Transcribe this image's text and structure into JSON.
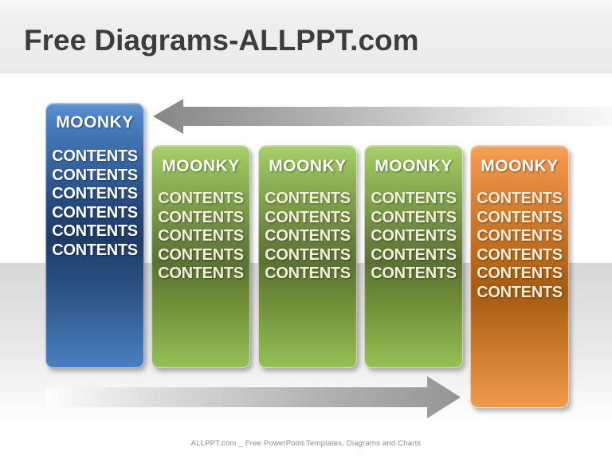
{
  "header": {
    "title": "Free Diagrams-ALLPPT.com"
  },
  "footer": {
    "text": "ALLPPT.com _ Free PowerPoint Templates, Diagrams and Charts"
  },
  "colors": {
    "header_band": "#efefef",
    "title_text": "#3d3d3d",
    "mid_band": "#d7d7d7",
    "column_blue": "#4a80c2",
    "column_green": "#9cc45e",
    "column_orange": "#f09348",
    "arrow_gray": "#9a9a9a"
  },
  "arrows": {
    "top": {
      "icon": "left-arrow-icon",
      "direction": "left"
    },
    "bottom": {
      "icon": "right-arrow-icon",
      "direction": "right"
    }
  },
  "columns": [
    {
      "header": "MOONKY",
      "theme": "blue",
      "items": [
        "CONTENTS",
        "CONTENTS",
        "CONTENTS",
        "CONTENTS",
        "CONTENTS",
        "CONTENTS"
      ]
    },
    {
      "header": "MOONKY",
      "theme": "green",
      "items": [
        "CONTENTS",
        "CONTENTS",
        "CONTENTS",
        "CONTENTS",
        "CONTENTS"
      ]
    },
    {
      "header": "MOONKY",
      "theme": "green",
      "items": [
        "CONTENTS",
        "CONTENTS",
        "CONTENTS",
        "CONTENTS",
        "CONTENTS"
      ]
    },
    {
      "header": "MOONKY",
      "theme": "green",
      "items": [
        "CONTENTS",
        "CONTENTS",
        "CONTENTS",
        "CONTENTS",
        "CONTENTS"
      ]
    },
    {
      "header": "MOONKY",
      "theme": "orange",
      "items": [
        "CONTENTS",
        "CONTENTS",
        "CONTENTS",
        "CONTENTS",
        "CONTENTS",
        "CONTENTS"
      ]
    }
  ]
}
